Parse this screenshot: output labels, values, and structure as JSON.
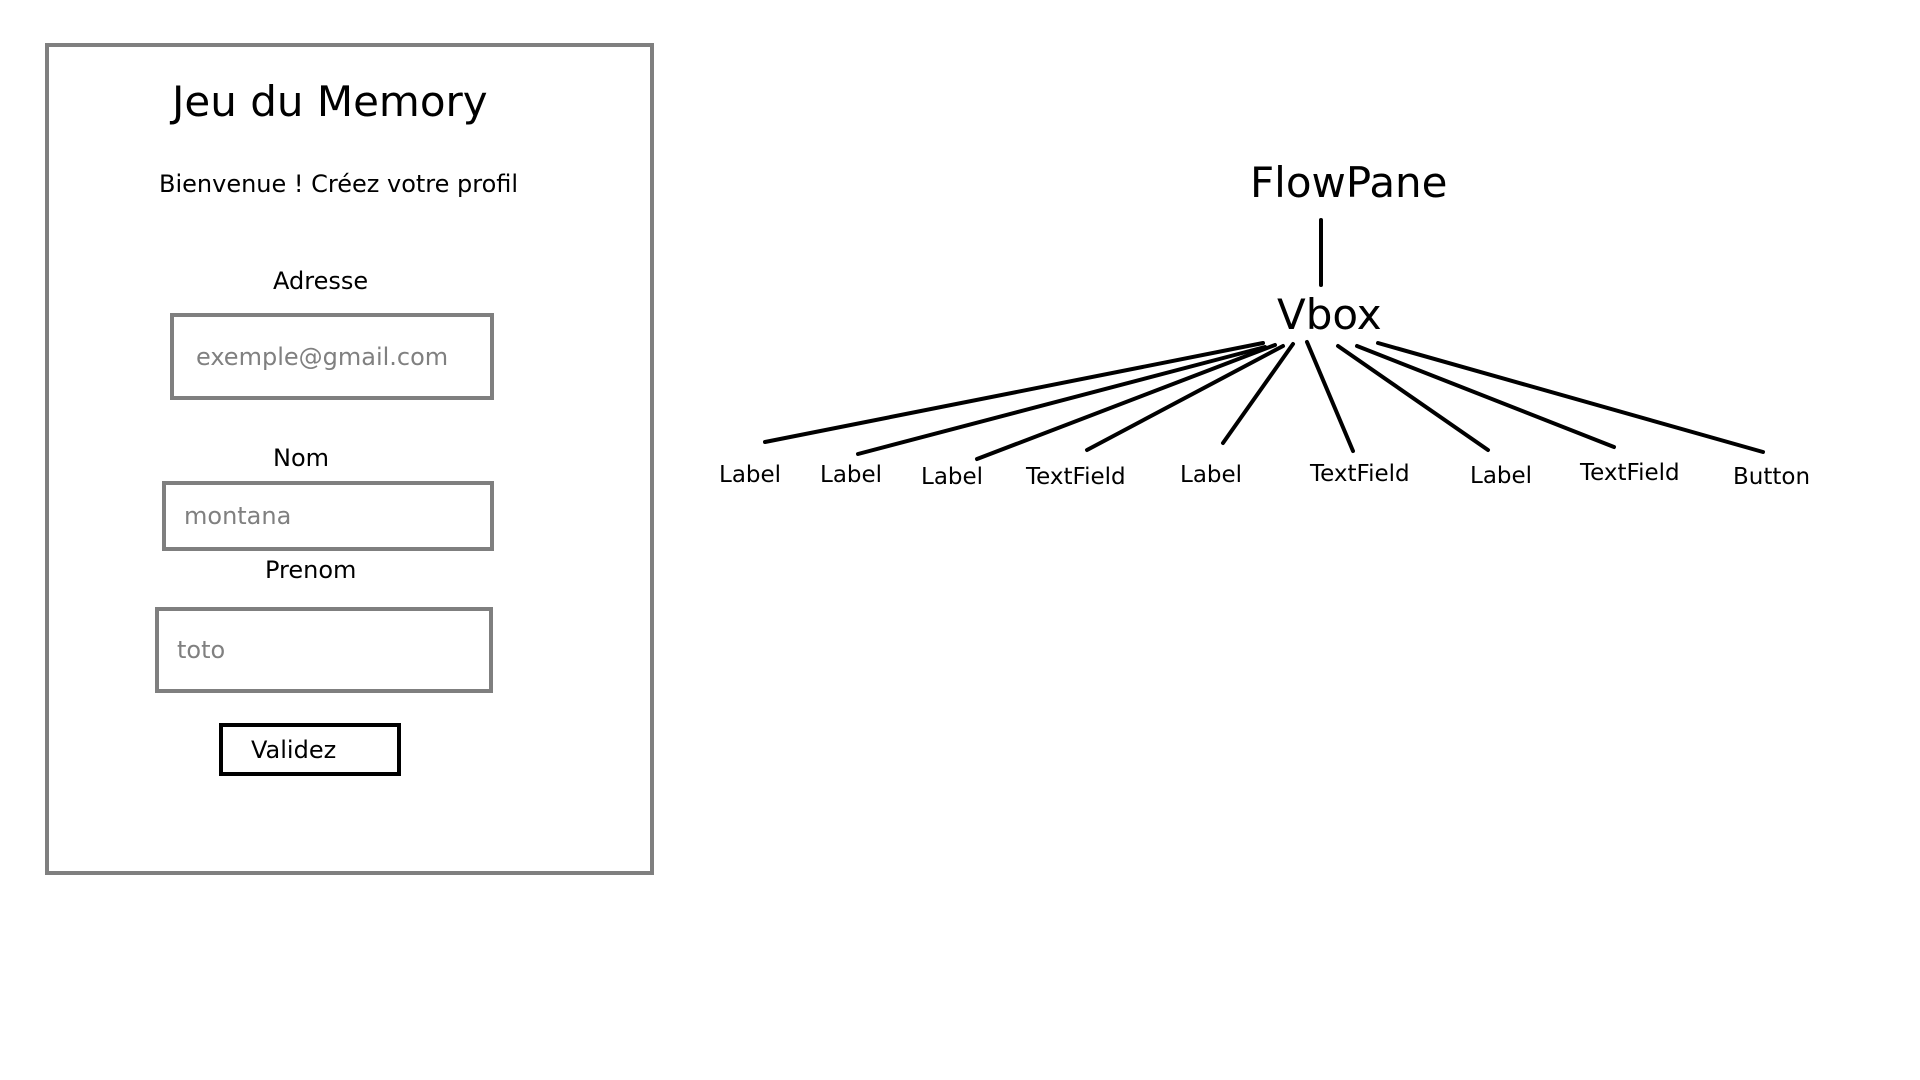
{
  "mockup": {
    "title": "Jeu du Memory",
    "subtitle": "Bienvenue ! Créez votre profil",
    "address": {
      "label": "Adresse",
      "placeholder": "exemple@gmail.com"
    },
    "nom": {
      "label": "Nom",
      "placeholder": "montana"
    },
    "prenom": {
      "label": "Prenom",
      "placeholder": "toto"
    },
    "submit_label": "Validez"
  },
  "tree": {
    "root": "FlowPane",
    "child": "Vbox",
    "leaves": [
      "Label",
      "Label",
      "Label",
      "TextField",
      "Label",
      "TextField",
      "Label",
      "TextField",
      "Button"
    ]
  },
  "colors": {
    "border_gray": "#7f7f7f",
    "placeholder_gray": "#808080",
    "ink": "#000000"
  }
}
